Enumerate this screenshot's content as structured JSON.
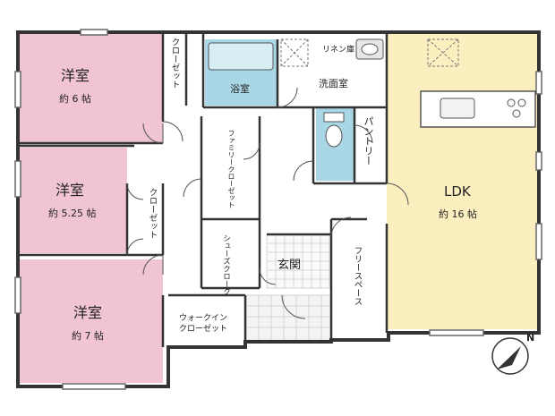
{
  "rooms": {
    "western_1": {
      "name": "洋室",
      "size": "約 6 帖"
    },
    "western_2": {
      "name": "洋室",
      "size": "約 5.25 帖"
    },
    "western_3": {
      "name": "洋室",
      "size": "約 7 帖"
    },
    "ldk": {
      "name": "LDK",
      "size": "約 16 帖"
    },
    "bath": {
      "name": "浴室"
    },
    "washroom": {
      "name": "洗面室"
    },
    "linen": {
      "name": "リネン庫"
    },
    "closet_1": {
      "name": "クローゼット"
    },
    "closet_2": {
      "name": "クローゼット"
    },
    "family_closet": {
      "name": "ファミリークローゼット"
    },
    "shoes_cloak": {
      "name": "シューズクローク"
    },
    "entrance": {
      "name": "玄関"
    },
    "free_space": {
      "name": "フリースペース"
    },
    "pantry": {
      "name": "パントリー"
    },
    "walkin_closet": {
      "name_line1": "ウォークイン",
      "name_line2": "クローゼット"
    }
  },
  "compass": {
    "label": "N"
  },
  "colors": {
    "western": "#f0c4d3",
    "ldk": "#fbefbf",
    "water": "#a9d7e6",
    "wall": "#333333"
  }
}
